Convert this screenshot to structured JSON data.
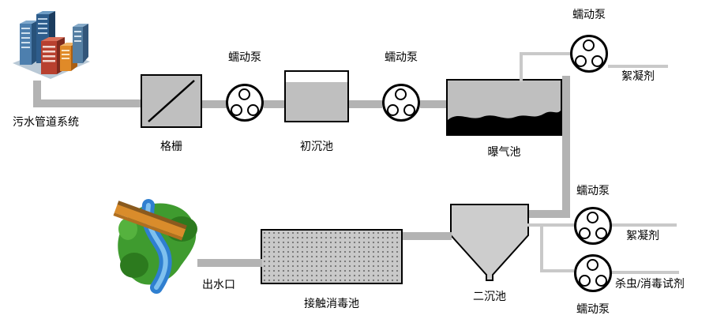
{
  "diagram": {
    "type": "wastewater-treatment-process-flow",
    "labels": {
      "source": "污水管道系统",
      "grid": "格栅",
      "pump": "蠕动泵",
      "primary_tank": "初沉池",
      "aeration_tank": "曝气池",
      "flocculant": "絮凝剂",
      "secondary_tank": "二沉池",
      "contact_tank": "接触消毒池",
      "outlet": "出水口",
      "disinfectant": "杀虫/消毒试剂"
    },
    "colors": {
      "pipe": "#b3b3b3",
      "feed_line": "#c9c9c9",
      "tank_fill": "#bfbfbf",
      "tank_border": "#000000",
      "sludge": "#000000",
      "pump_fill": "#ffffff"
    }
  }
}
